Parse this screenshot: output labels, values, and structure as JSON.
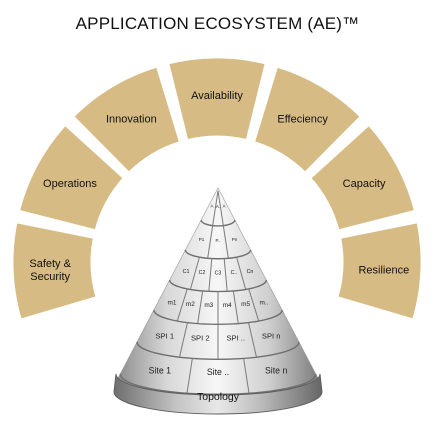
{
  "title": "APPLICATION ECOSYSTEM (AE)™",
  "colors": {
    "segment_fill": "#d7bb85",
    "segment_stroke": "#ffffff",
    "cone_light": "#f6f6f6",
    "cone_mid": "#c9c9c9",
    "cone_dark": "#7d7d7d",
    "text": "#111111"
  },
  "segments": [
    {
      "id": "safety",
      "label": [
        "Safety &",
        "Security"
      ]
    },
    {
      "id": "operations",
      "label": [
        "Operations"
      ]
    },
    {
      "id": "innovation",
      "label": [
        "Innovation"
      ]
    },
    {
      "id": "availability",
      "label": [
        "Availability"
      ]
    },
    {
      "id": "efficiency",
      "label": [
        "Effeciency"
      ]
    },
    {
      "id": "capacity",
      "label": [
        "Capacity"
      ]
    },
    {
      "id": "resilience",
      "label": [
        "Resilience"
      ]
    }
  ],
  "pyramid": {
    "base_label": "Topology",
    "rows": [
      [
        "A",
        "A.",
        "A"
      ],
      [
        "P1",
        "P..",
        "Pn"
      ],
      [
        "C1",
        "C2",
        "C3",
        "C..",
        "Cn"
      ],
      [
        "m1",
        "m2",
        "m3",
        "m4",
        "m5",
        "m.."
      ],
      [
        "SPI 1",
        "SPI 2",
        "SPI ..",
        "SPI n"
      ],
      [
        "Site 1",
        "Site ..",
        "Site n"
      ]
    ]
  }
}
